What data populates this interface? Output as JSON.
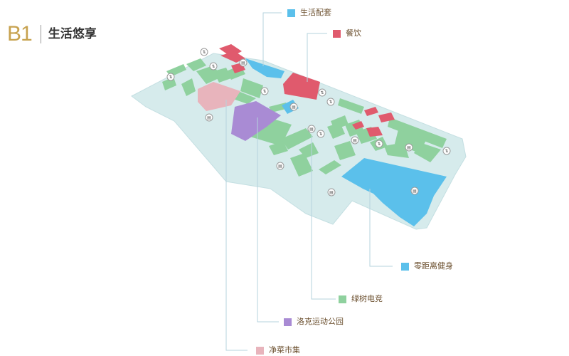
{
  "header": {
    "floor": "B1",
    "title": "生活悠享"
  },
  "legend": [
    {
      "id": "life",
      "label": "生活配套",
      "color": "#5bc0eb"
    },
    {
      "id": "food",
      "label": "餐饮",
      "color": "#e05a6d"
    },
    {
      "id": "fitness",
      "label": "零距离健身",
      "color": "#5bc0eb"
    },
    {
      "id": "green",
      "label": "绿树电竞",
      "color": "#8fd19e"
    },
    {
      "id": "sport",
      "label": "洛克运动公园",
      "color": "#a98bd4"
    },
    {
      "id": "market",
      "label": "净菜市集",
      "color": "#e8b4bc"
    }
  ],
  "colors": {
    "base": "#d6ebec",
    "zone_green": "#8fd19e",
    "zone_blue": "#5bc0eb",
    "zone_red": "#e05a6d",
    "zone_purple": "#a98bd4",
    "zone_pink": "#e8b4bc",
    "leader_line": "#b5d3de"
  },
  "icons": {
    "elevator": "elevator-icon",
    "escalator": "escalator-icon"
  }
}
